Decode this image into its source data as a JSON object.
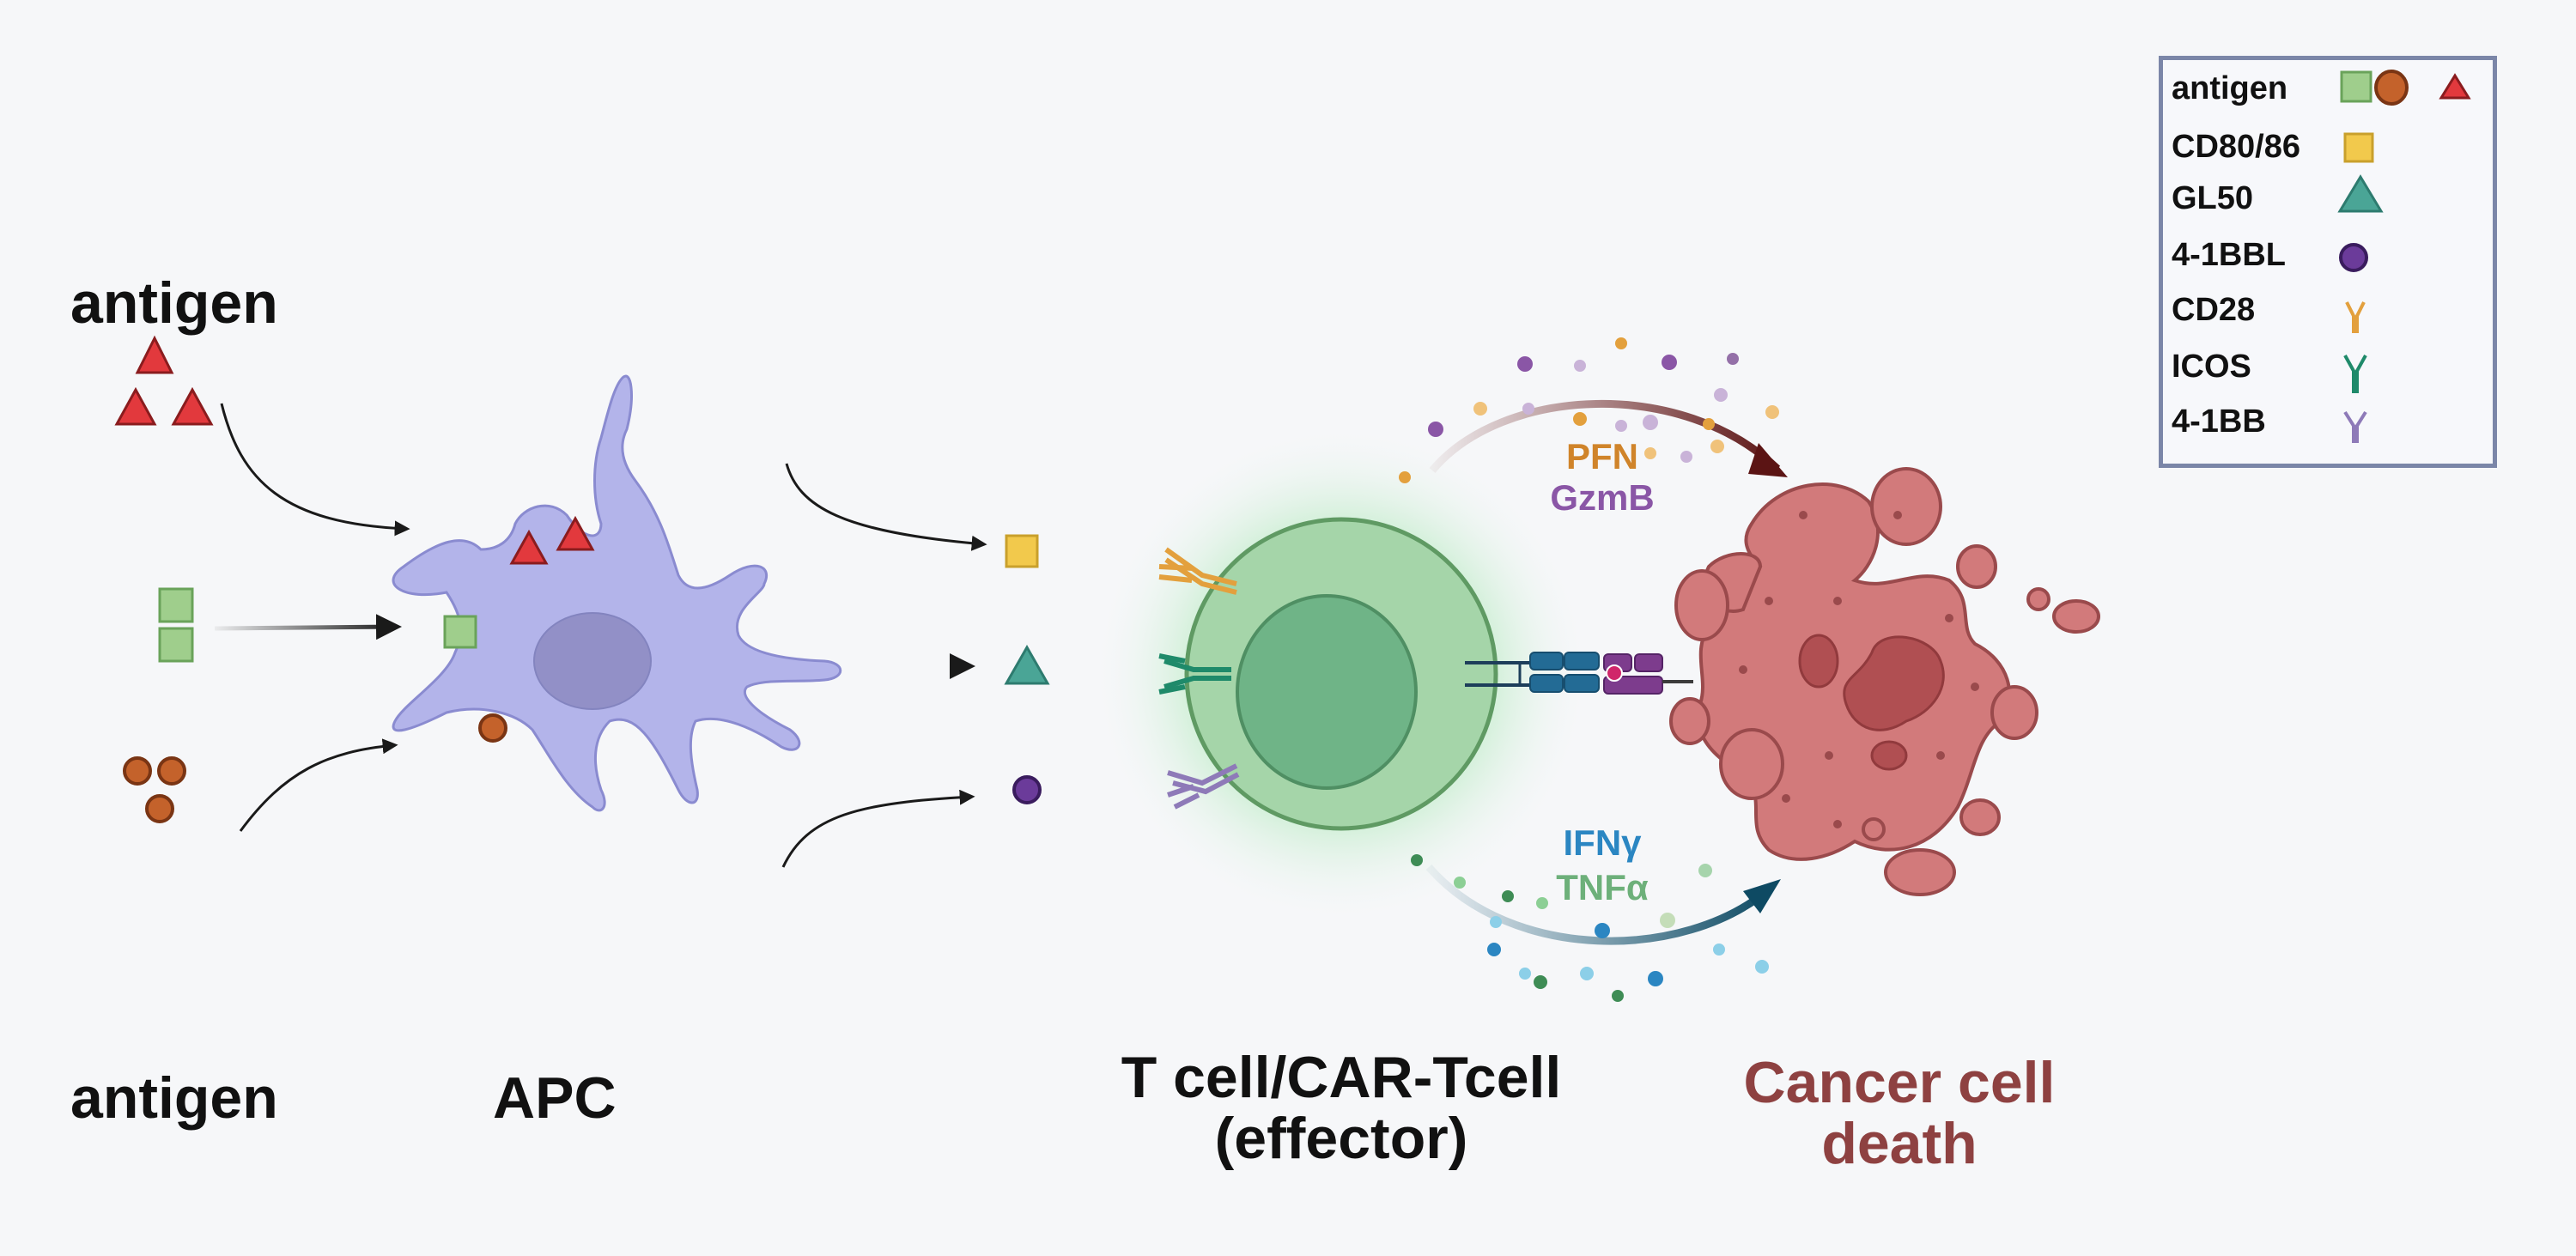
{
  "labels": {
    "antigen_top": "antigen",
    "antigen_bottom": "antigen",
    "apc": "APC",
    "tcell_line1": "T cell/CAR-Tcell",
    "tcell_line2": "(effector)",
    "cancer_line1": "Cancer cell",
    "cancer_line2": "death",
    "pfn": "PFN",
    "gzmb": "GzmB",
    "ifng": "IFNγ",
    "tnfa": "TNFα"
  },
  "legend": {
    "items": [
      {
        "label": "antigen",
        "icon": "antigen-icons"
      },
      {
        "label": "CD80/86",
        "icon": "yellow-square-icon"
      },
      {
        "label": "GL50",
        "icon": "teal-triangle-icon"
      },
      {
        "label": "4-1BBL",
        "icon": "purple-circle-icon"
      },
      {
        "label": "CD28",
        "icon": "orange-receptor-icon"
      },
      {
        "label": "ICOS",
        "icon": "green-receptor-icon"
      },
      {
        "label": "4-1BB",
        "icon": "lavender-receptor-icon"
      }
    ]
  },
  "colors": {
    "antigen_triangle": "#e2393d",
    "antigen_square": "#9fce8c",
    "antigen_circle": "#c4622b",
    "apc": "#b3b4ea",
    "tcell": "#a5d5a9",
    "cancer": "#d27a7b",
    "pfn": "#d0842a",
    "gzmb": "#8a56a6",
    "ifng": "#2b86c2",
    "tnfa": "#6db07a",
    "cancer_label": "#8e4141",
    "cd80_86": "#f2c94c",
    "gl50": "#4aa596",
    "bbl": "#6b3b9a",
    "cd28": "#e3a03d",
    "icos": "#1f8a6a",
    "bb": "#8e7ab8"
  }
}
